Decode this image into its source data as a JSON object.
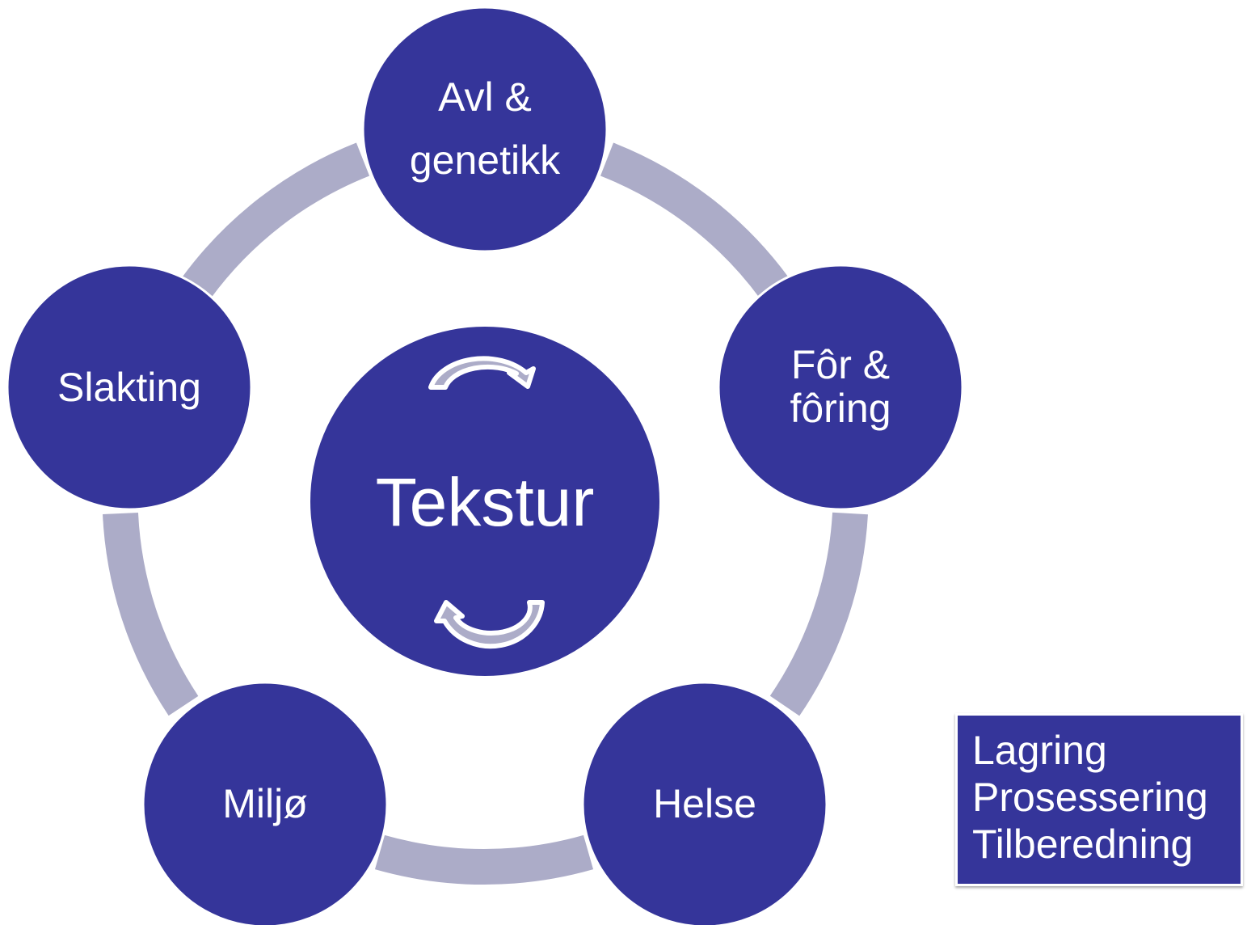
{
  "diagram": {
    "center": {
      "label": "Tekstur"
    },
    "nodes": [
      {
        "id": "avl",
        "lines": [
          "Avl &",
          "genetikk"
        ]
      },
      {
        "id": "for",
        "lines": [
          "Fôr &",
          "fôring"
        ]
      },
      {
        "id": "helse",
        "lines": [
          "Helse"
        ]
      },
      {
        "id": "miljo",
        "lines": [
          "Miljø"
        ]
      },
      {
        "id": "slakting",
        "lines": [
          "Slakting"
        ]
      }
    ],
    "side_box": {
      "items": [
        "Lagring",
        "Prosessering",
        "Tilberedning"
      ]
    },
    "colors": {
      "node_fill": "#35359a",
      "ring": "#acacc8",
      "text": "#ffffff",
      "background": "#ffffff"
    }
  }
}
